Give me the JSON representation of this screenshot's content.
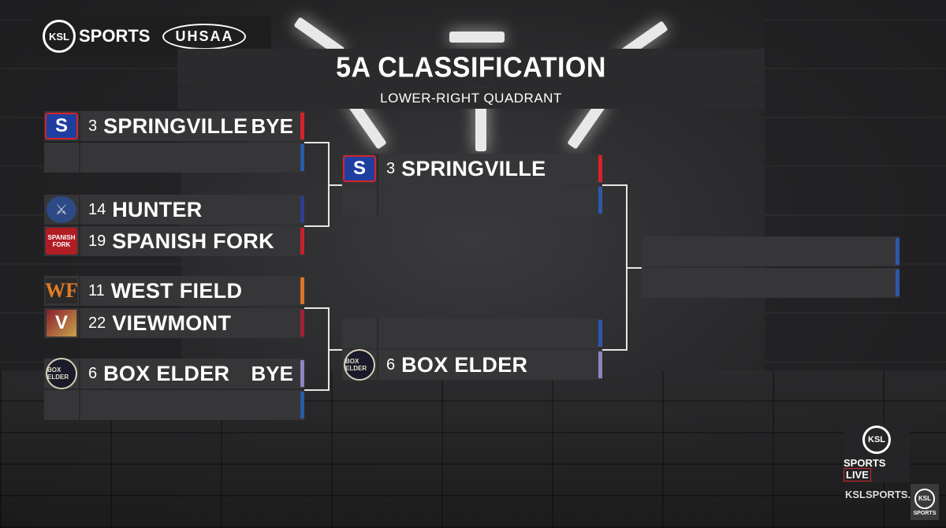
{
  "header": {
    "title": "5A CLASSIFICATION",
    "subtitle": "LOWER-RIGHT QUADRANT"
  },
  "branding": {
    "ksl": "KSL",
    "sports": "SPORTS",
    "uhsaa": "UHSAA",
    "live": "LIVE",
    "website": "KSLSPORTS.COM"
  },
  "colors": {
    "springville": "#d6232a",
    "hunter": "#2d3f8c",
    "spanish_fork": "#c8202a",
    "west_field": "#d6762a",
    "viewmont": "#a3203a",
    "box_elder": "#8a86c0",
    "empty": "#2b59a8"
  },
  "round1": [
    {
      "seed": "3",
      "name": "SPRINGVILLE",
      "note": "BYE",
      "logo": "springville-logo"
    },
    {
      "seed": "",
      "name": "",
      "note": "",
      "logo": ""
    },
    {
      "seed": "14",
      "name": "HUNTER",
      "note": "",
      "logo": "hunter-logo"
    },
    {
      "seed": "19",
      "name": "SPANISH FORK",
      "note": "",
      "logo": "spanish-fork-logo",
      "logo_text": "SPANISH FORK"
    },
    {
      "seed": "11",
      "name": "WEST FIELD",
      "note": "",
      "logo": "west-field-logo",
      "logo_text": "WF"
    },
    {
      "seed": "22",
      "name": "VIEWMONT",
      "note": "",
      "logo": "viewmont-logo",
      "logo_text": "V"
    },
    {
      "seed": "6",
      "name": "BOX ELDER",
      "note": "BYE",
      "logo": "box-elder-logo",
      "logo_text": "BOX ELDER"
    },
    {
      "seed": "",
      "name": "",
      "note": "",
      "logo": ""
    }
  ],
  "round2": [
    {
      "seed": "3",
      "name": "SPRINGVILLE"
    },
    {
      "seed": "",
      "name": ""
    },
    {
      "seed": "",
      "name": ""
    },
    {
      "seed": "6",
      "name": "BOX ELDER"
    }
  ]
}
